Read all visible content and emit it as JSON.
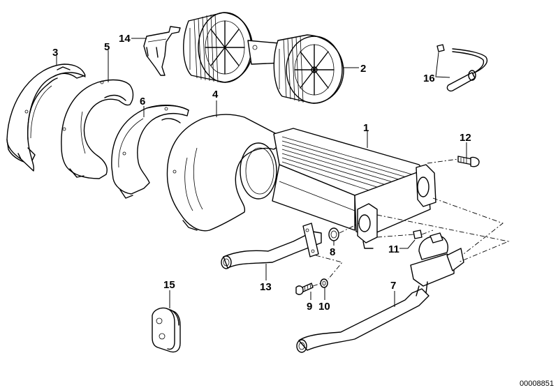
{
  "diagram": {
    "title": "Heater / blower assembly exploded view",
    "reference_number": "00008851",
    "callouts": [
      {
        "number": "1",
        "part": "heater-radiator"
      },
      {
        "number": "2",
        "part": "blower-motor"
      },
      {
        "number": "3",
        "part": "blower-housing-ring"
      },
      {
        "number": "4",
        "part": "blower-housing-main"
      },
      {
        "number": "5",
        "part": "blower-housing-half"
      },
      {
        "number": "6",
        "part": "blower-housing-shell"
      },
      {
        "number": "7",
        "part": "outlet-pipe-with-valve"
      },
      {
        "number": "8",
        "part": "gasket-ring"
      },
      {
        "number": "9",
        "part": "hex-bolt"
      },
      {
        "number": "10",
        "part": "washer"
      },
      {
        "number": "11",
        "part": "clip-nut"
      },
      {
        "number": "12",
        "part": "fillister-screw"
      },
      {
        "number": "13",
        "part": "inlet-pipe"
      },
      {
        "number": "14",
        "part": "retaining-clamp"
      },
      {
        "number": "15",
        "part": "grommet"
      },
      {
        "number": "16",
        "part": "temperature-sensor"
      }
    ]
  }
}
